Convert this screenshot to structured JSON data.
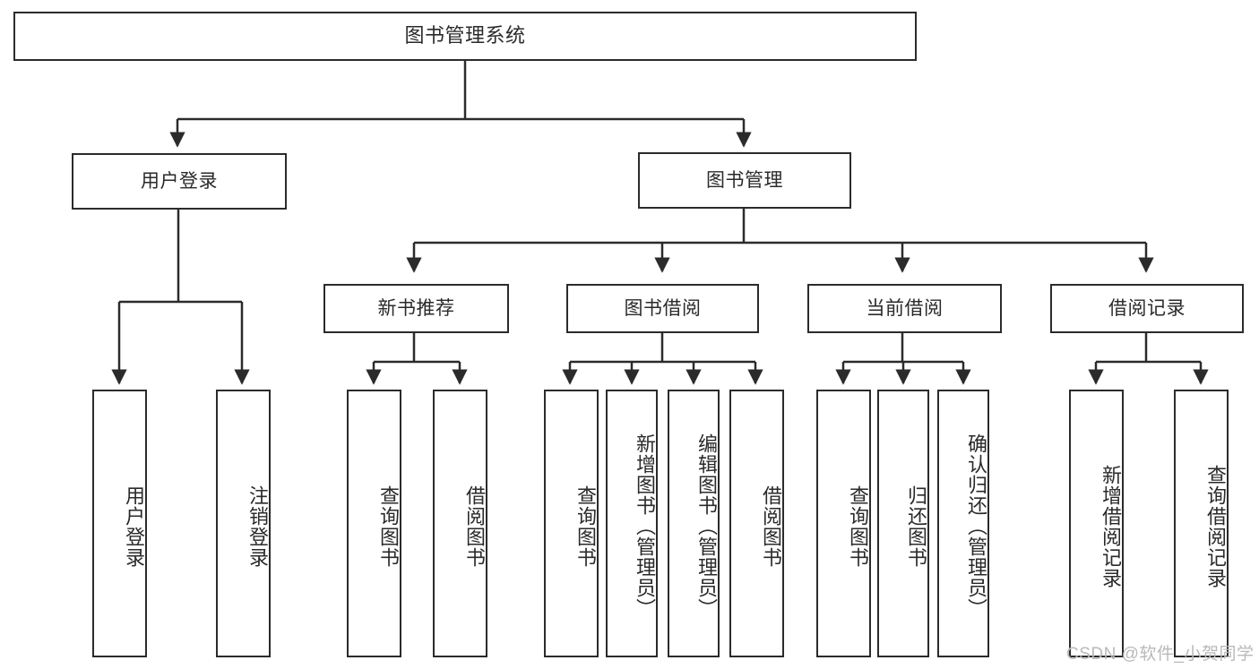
{
  "diagram": {
    "title": "图书管理系统",
    "type": "tree-hierarchy",
    "root": {
      "id": "root",
      "label": "图书管理系统"
    },
    "level2": [
      {
        "id": "user-login",
        "label": "用户登录"
      },
      {
        "id": "book-manage",
        "label": "图书管理"
      }
    ],
    "level3": [
      {
        "id": "new-book-rec",
        "label": "新书推荐",
        "parent": "book-manage"
      },
      {
        "id": "book-borrow",
        "label": "图书借阅",
        "parent": "book-manage"
      },
      {
        "id": "current-borrow",
        "label": "当前借阅",
        "parent": "book-manage"
      },
      {
        "id": "borrow-record",
        "label": "借阅记录",
        "parent": "book-manage"
      }
    ],
    "leaves": [
      {
        "id": "leaf-user-login",
        "label": "用户登录",
        "parent": "user-login"
      },
      {
        "id": "leaf-user-logout",
        "label": "注销登录",
        "parent": "user-login"
      },
      {
        "id": "leaf-query-book-1",
        "label": "查询图书",
        "parent": "new-book-rec"
      },
      {
        "id": "leaf-borrow-book-1",
        "label": "借阅图书",
        "parent": "new-book-rec"
      },
      {
        "id": "leaf-query-book-2",
        "label": "查询图书",
        "parent": "book-borrow"
      },
      {
        "id": "leaf-add-book",
        "label": "新增图书（管理员）",
        "parent": "book-borrow"
      },
      {
        "id": "leaf-edit-book",
        "label": "编辑图书（管理员）",
        "parent": "book-borrow"
      },
      {
        "id": "leaf-borrow-book-2",
        "label": "借阅图书",
        "parent": "book-borrow"
      },
      {
        "id": "leaf-query-book-3",
        "label": "查询图书",
        "parent": "current-borrow"
      },
      {
        "id": "leaf-return-book",
        "label": "归还图书",
        "parent": "current-borrow"
      },
      {
        "id": "leaf-confirm-return",
        "label": "确认归还（管理员）",
        "parent": "current-borrow"
      },
      {
        "id": "leaf-add-record",
        "label": "新增借阅记录",
        "parent": "borrow-record"
      },
      {
        "id": "leaf-query-record",
        "label": "查询借阅记录",
        "parent": "borrow-record"
      }
    ],
    "colors": {
      "stroke": "#2b2b2b",
      "fill": "#ffffff",
      "text": "#2a2a2a",
      "watermark": "#b9b9b9"
    }
  },
  "watermark": {
    "text": "CSDN @软件_小贺同学"
  }
}
